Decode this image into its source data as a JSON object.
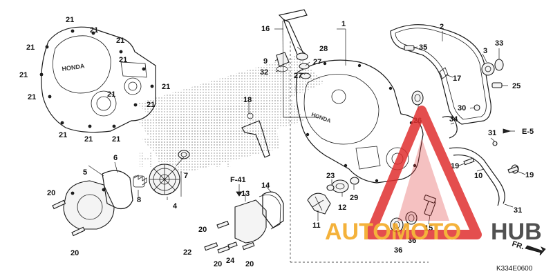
{
  "diagram": {
    "code": "K334E0600",
    "callouts_left_cover": [
      "21",
      "21",
      "21",
      "21",
      "21",
      "21",
      "21",
      "21",
      "21",
      "21",
      "21",
      "21",
      "21"
    ],
    "references": {
      "f41": "F-41",
      "e5": "E-5",
      "front": "FR."
    },
    "parts": [
      "1",
      "2",
      "3",
      "4",
      "5",
      "6",
      "7",
      "8",
      "9",
      "10",
      "11",
      "12",
      "13",
      "14",
      "15",
      "16",
      "17",
      "18",
      "19",
      "19",
      "20",
      "20",
      "20",
      "20",
      "20",
      "21",
      "22",
      "23",
      "24",
      "25",
      "26",
      "27",
      "27",
      "28",
      "29",
      "30",
      "31",
      "31",
      "32",
      "33",
      "34",
      "35",
      "36",
      "36"
    ],
    "watermark": {
      "text_a": "AUTOMOTO",
      "text_b": "HUB"
    },
    "colors": {
      "line": "#1a1a1a",
      "watermark_red": "#e03030",
      "watermark_orange": "#f3a51a",
      "watermark_dark": "#333333"
    }
  }
}
